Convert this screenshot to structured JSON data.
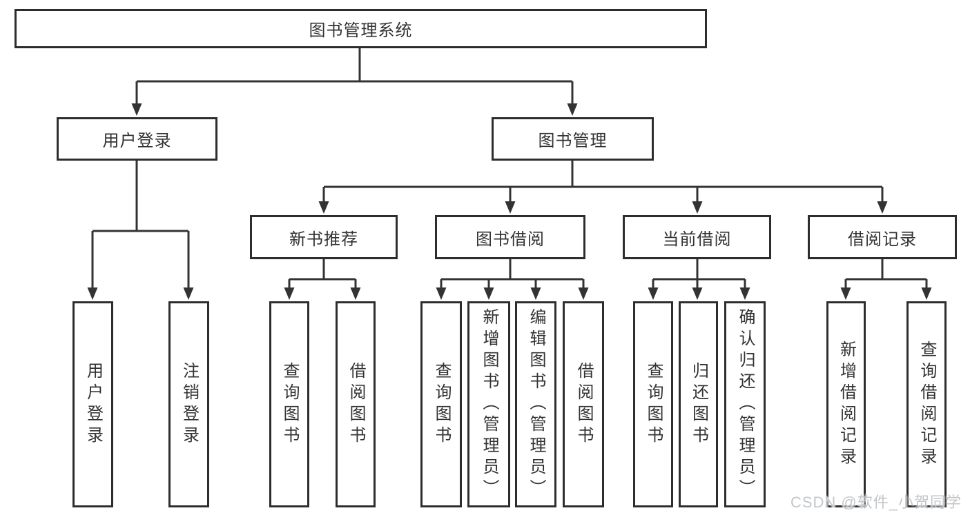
{
  "diagram_title": "图书管理系统",
  "tree": {
    "root": {
      "label": "图书管理系统",
      "children": [
        {
          "label": "用户登录",
          "children": [
            {
              "label": "用户登录"
            },
            {
              "label": "注销登录"
            }
          ]
        },
        {
          "label": "图书管理",
          "children": [
            {
              "label": "新书推荐",
              "children": [
                {
                  "label": "查询图书"
                },
                {
                  "label": "借阅图书"
                }
              ]
            },
            {
              "label": "图书借阅",
              "children": [
                {
                  "label": "查询图书"
                },
                {
                  "label": "新增图书（管理员）"
                },
                {
                  "label": "编辑图书（管理员）"
                },
                {
                  "label": "借阅图书"
                }
              ]
            },
            {
              "label": "当前借阅",
              "children": [
                {
                  "label": "查询图书"
                },
                {
                  "label": "归还图书"
                },
                {
                  "label": "确认归还（管理员）"
                }
              ]
            },
            {
              "label": "借阅记录",
              "children": [
                {
                  "label": "新增借阅记录"
                },
                {
                  "label": "查询借阅记录"
                }
              ]
            }
          ]
        }
      ]
    }
  },
  "watermark": {
    "text": "CSDN @软件_小贺同学"
  },
  "colors": {
    "line": "#333333",
    "box_border": "#2d2d2d",
    "text": "#333333",
    "watermark": "#c3c6c9",
    "background": "#ffffff"
  }
}
